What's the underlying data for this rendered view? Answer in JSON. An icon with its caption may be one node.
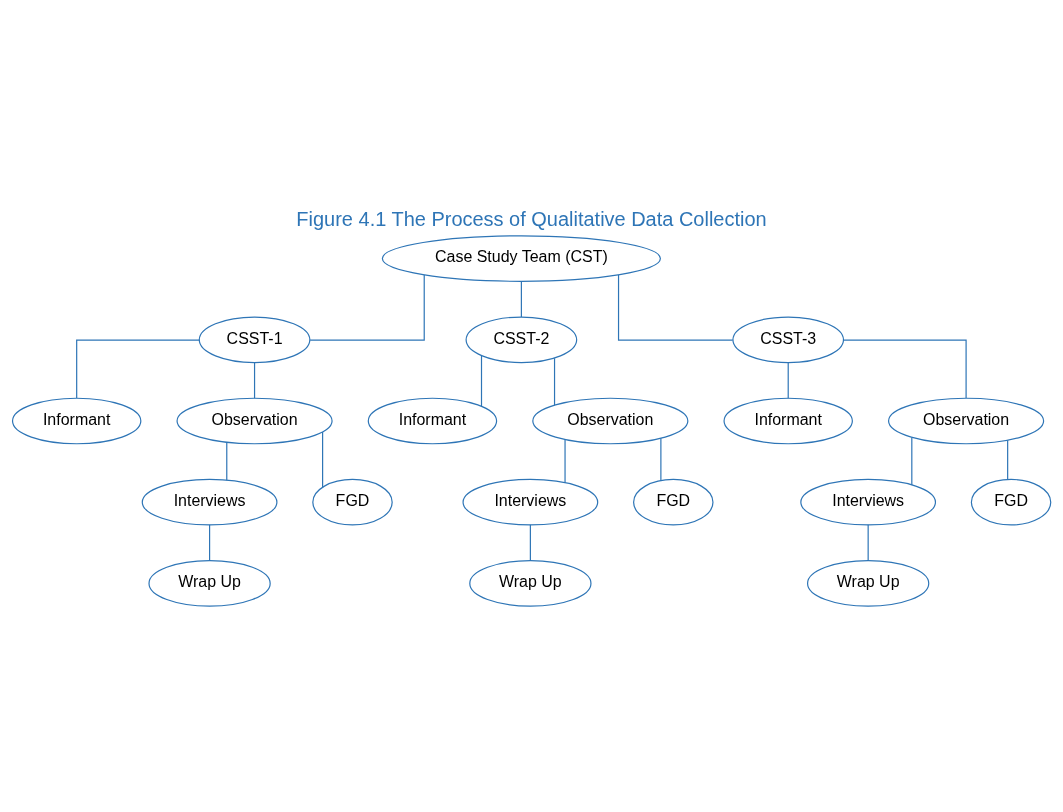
{
  "diagram": {
    "title": "Figure 4.1 The Process of Qualitative Data Collection",
    "nodes": [
      {
        "text": [
          "Case Study Team (CST)"
        ]
      },
      {
        "text": [
          "CSST-1"
        ]
      },
      {
        "text": [
          "CSST-2"
        ]
      },
      {
        "text": [
          "CSST-3"
        ]
      },
      {
        "text": [
          "Informant"
        ]
      },
      {
        "text": [
          "Observation"
        ]
      },
      {
        "text": [
          "Interviews"
        ]
      },
      {
        "text": [
          "FGD"
        ]
      },
      {
        "text": [
          "Wrap Up"
        ]
      },
      {
        "text": [
          "Informant"
        ]
      },
      {
        "text": [
          "Observation"
        ]
      },
      {
        "text": [
          "Interviews"
        ]
      },
      {
        "text": [
          "FGD"
        ]
      },
      {
        "text": [
          "Wrap Up"
        ]
      },
      {
        "text": [
          "Informant"
        ]
      },
      {
        "text": [
          "Observation"
        ]
      },
      {
        "text": [
          "Interviews"
        ]
      },
      {
        "text": [
          "FGD"
        ]
      },
      {
        "text": [
          "Wrap Up"
        ]
      }
    ],
    "edges": [
      {
        "from": 0,
        "to": 1,
        "arrow": "none"
      },
      {
        "from": 0,
        "to": 2,
        "arrow": "none"
      },
      {
        "from": 0,
        "to": 3,
        "arrow": "none"
      },
      {
        "from": 1,
        "to": 4,
        "arrow": "none"
      },
      {
        "from": 1,
        "to": 5,
        "arrow": "none"
      },
      {
        "from": 5,
        "to": 6,
        "arrow": "none"
      },
      {
        "from": 5,
        "to": 7,
        "arrow": "none"
      },
      {
        "from": 6,
        "to": 8,
        "arrow": "none"
      },
      {
        "from": 2,
        "to": 9,
        "arrow": "none"
      },
      {
        "from": 2,
        "to": 10,
        "arrow": "none"
      },
      {
        "from": 10,
        "to": 11,
        "arrow": "none"
      },
      {
        "from": 10,
        "to": 12,
        "arrow": "none"
      },
      {
        "from": 11,
        "to": 13,
        "arrow": "none"
      },
      {
        "from": 3,
        "to": 14,
        "arrow": "none"
      },
      {
        "from": 3,
        "to": 15,
        "arrow": "none"
      },
      {
        "from": 15,
        "to": 16,
        "arrow": "none"
      },
      {
        "from": 15,
        "to": 17,
        "arrow": "none"
      },
      {
        "from": 16,
        "to": 18,
        "arrow": "none"
      }
    ]
  }
}
